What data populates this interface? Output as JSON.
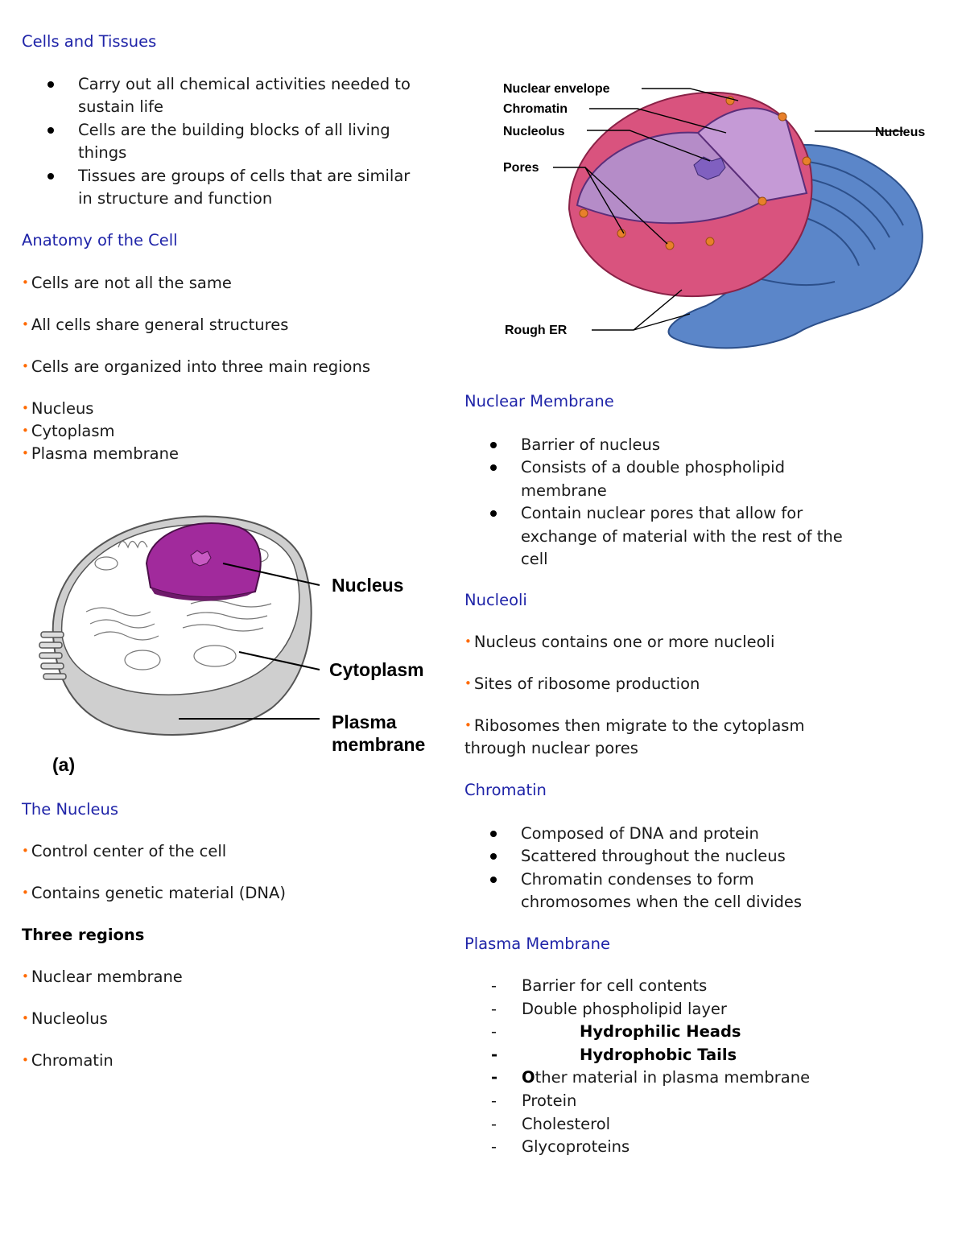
{
  "left": {
    "cells_tissues": {
      "heading": "Cells and Tissues",
      "items": [
        "Carry out all chemical activities needed to sustain life",
        "Cells are the building blocks of all living things",
        "Tissues are groups of cells that are similar in structure and function"
      ]
    },
    "anatomy": {
      "heading": "Anatomy of the Cell",
      "points": [
        "Cells are not all the same",
        "All cells share general structures",
        "Cells are organized into three main regions"
      ],
      "regions": [
        "Nucleus",
        "Cytoplasm",
        "Plasma membrane"
      ]
    },
    "cell_figure": {
      "labels": {
        "nucleus": "Nucleus",
        "cytoplasm": "Cytoplasm",
        "plasma1": "Plasma",
        "plasma2": "membrane",
        "panel": "(a)"
      },
      "colors": {
        "nucleus": "#a12a9c",
        "cytoplasm": "#ffffff",
        "membrane": "#cfcfcf"
      }
    },
    "nucleus_section": {
      "heading": "The Nucleus",
      "points": [
        "Control center of the cell",
        "Contains genetic material (DNA)"
      ],
      "subheading": "Three regions",
      "regions": [
        "Nuclear membrane",
        "Nucleolus",
        "Chromatin"
      ]
    }
  },
  "right": {
    "nucleus_figure": {
      "labels": {
        "envelope": "Nuclear envelope",
        "chromatin": "Chromatin",
        "nucleolus": "Nucleolus",
        "pores": "Pores",
        "rough_er": "Rough ER",
        "nucleus": "Nucleus"
      },
      "colors": {
        "envelope": "#d9537e",
        "interior": "#b58cc8",
        "er": "#5b86c9",
        "pores": "#e8802a"
      }
    },
    "nuclear_membrane": {
      "heading": "Nuclear Membrane",
      "items": [
        "Barrier of nucleus",
        "Consists of a double phospholipid membrane",
        "Contain nuclear pores that allow for exchange of material with the rest of the cell"
      ]
    },
    "nucleoli": {
      "heading": "Nucleoli",
      "points": [
        "Nucleus contains one or more nucleoli",
        "Sites of ribosome production",
        "Ribosomes then migrate to the cytoplasm",
        "through nuclear pores"
      ]
    },
    "chromatin": {
      "heading": "Chromatin",
      "items": [
        "Composed of DNA and protein",
        "Scattered throughout the nucleus",
        "Chromatin condenses to form chromosomes when the cell divides"
      ]
    },
    "plasma_membrane": {
      "heading": "Plasma Membrane",
      "dash": "-",
      "items": [
        "Barrier for cell contents",
        "Double phospholipid layer",
        "Hydrophilic Heads",
        "Hydrophobic Tails",
        "O",
        "ther material in plasma membrane",
        "Protein",
        "Cholesterol",
        "Glycoproteins"
      ]
    }
  },
  "bullet_glyph": "•"
}
